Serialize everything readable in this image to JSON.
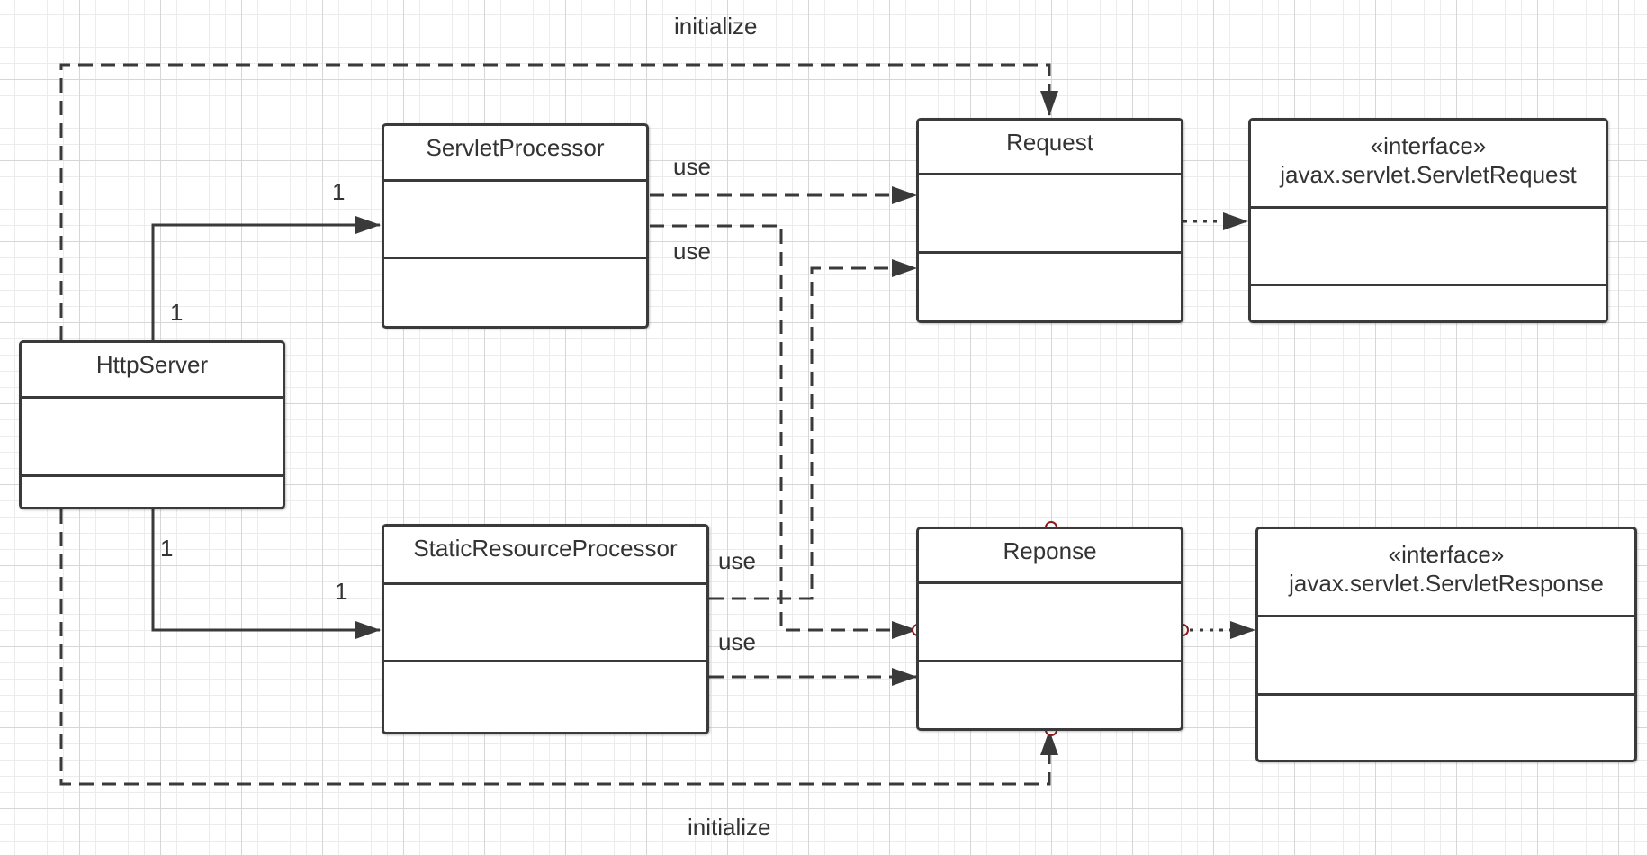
{
  "classes": {
    "http_server": {
      "name": "HttpServer"
    },
    "servlet_processor": {
      "name": "ServletProcessor"
    },
    "static_processor": {
      "name": "StaticResourceProcessor"
    },
    "request": {
      "name": "Request"
    },
    "response": {
      "name": "Reponse"
    },
    "servlet_request": {
      "stereotype": "«interface»",
      "name": "javax.servlet.ServletRequest"
    },
    "servlet_response": {
      "stereotype": "«interface»",
      "name": "javax.servlet.ServletResponse"
    }
  },
  "edge_labels": {
    "initialize_top": "initialize",
    "initialize_bottom": "initialize",
    "use_sp_request": "use",
    "use_sp_response": "use",
    "use_srp_request": "use",
    "use_srp_response": "use",
    "mult_server_sp": "1",
    "mult_sp": "1",
    "mult_server_srp": "1",
    "mult_srp": "1"
  },
  "colors": {
    "line": "#3a3a3a",
    "port_dot": "#8b1a1a",
    "grid_major": "#d6d6d6",
    "grid_minor": "#ececec"
  }
}
